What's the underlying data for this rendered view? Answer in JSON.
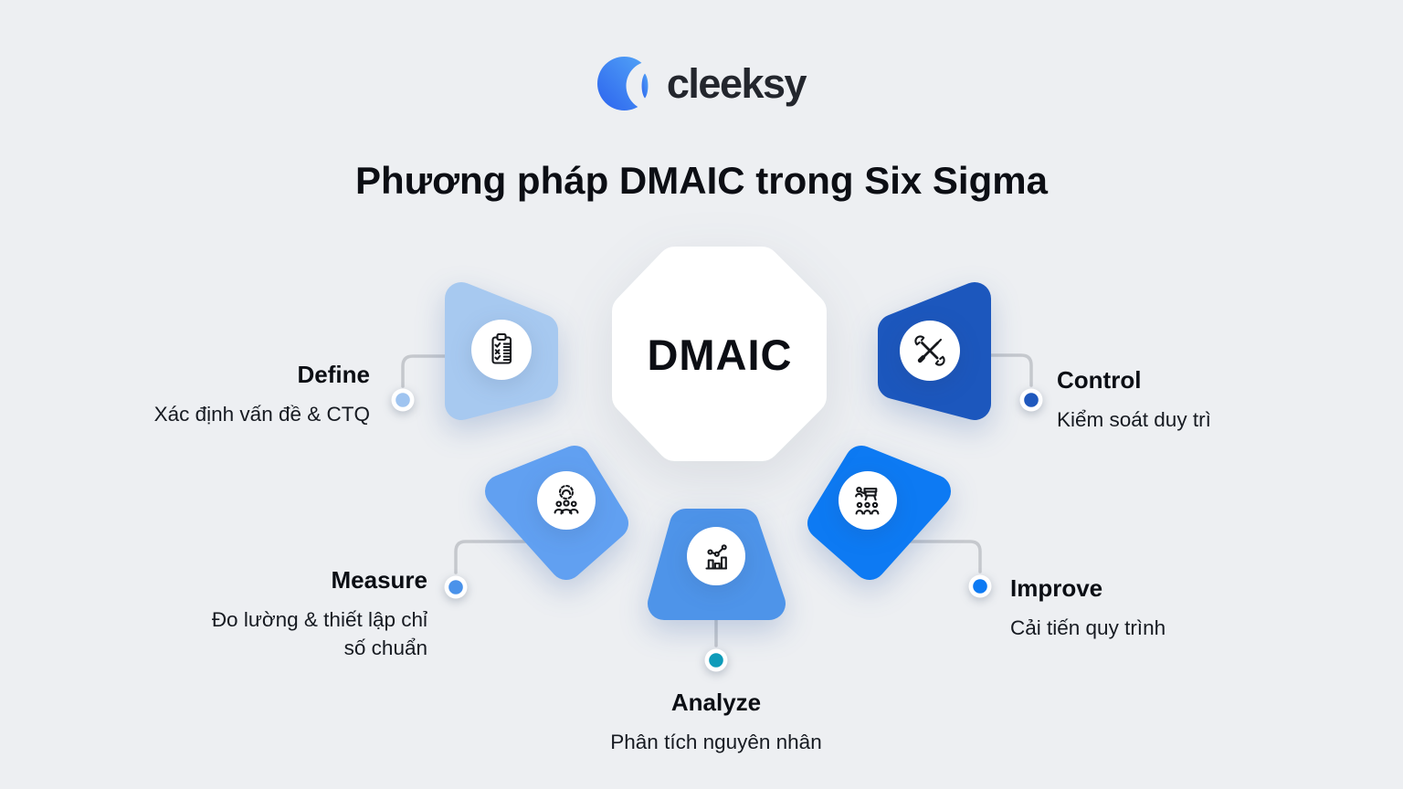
{
  "background_color": "#edeff2",
  "logo": {
    "brand": "cleeksy",
    "icon": "cleeksy-crescent-icon",
    "gradient_start": "#54a7f7",
    "gradient_end": "#2c63ee",
    "text_color": "#23262d"
  },
  "title": {
    "text": "Phương pháp DMAIC trong Six Sigma",
    "color": "#0c0e14"
  },
  "center": {
    "label": "DMAIC",
    "shape": "rounded-octagon",
    "fill": "#ffffff",
    "text_color": "#0c0e14"
  },
  "connector_color": "#c5c8cd",
  "steps": [
    {
      "id": "define",
      "label": "Define",
      "description": "Xác định vấn đề & CTQ",
      "petal_color": "#a7c9f0",
      "dot_color": "#9fc4f0",
      "icon": "clipboard-checklist-icon"
    },
    {
      "id": "measure",
      "label": "Measure",
      "description": "Đo lường & thiết lập chỉ số chuẩn",
      "petal_color": "#61a0f1",
      "dot_color": "#4a92ea",
      "icon": "gear-team-icon"
    },
    {
      "id": "analyze",
      "label": "Analyze",
      "description": "Phân tích nguyên nhân",
      "petal_color": "#4e94e9",
      "dot_color": "#0e9bb9",
      "icon": "chart-trend-icon"
    },
    {
      "id": "improve",
      "label": "Improve",
      "description": "Cải tiến quy trình",
      "petal_color": "#0d7af3",
      "dot_color": "#0d7af3",
      "icon": "training-presentation-icon"
    },
    {
      "id": "control",
      "label": "Control",
      "description": "Kiểm soát duy trì",
      "petal_color": "#1c57bd",
      "dot_color": "#1f58bd",
      "icon": "crossed-tools-icon"
    }
  ]
}
